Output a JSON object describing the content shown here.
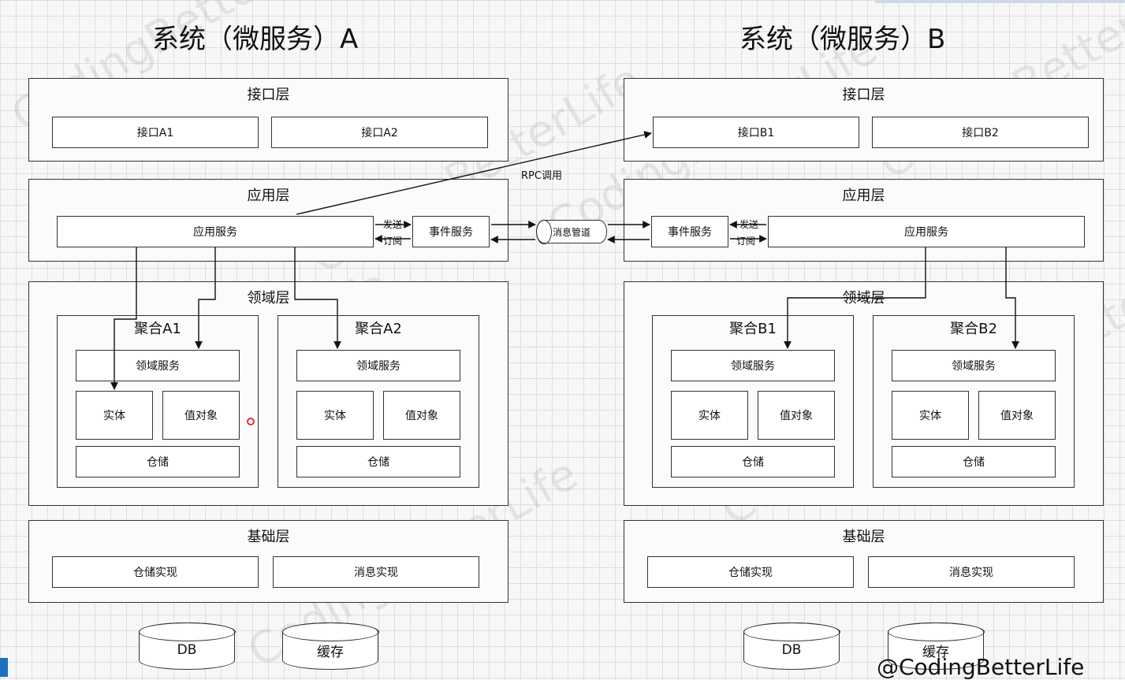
{
  "watermark": "CodingBetterLife",
  "handle": "@CodingBetterLife",
  "rpc_label": "RPC调用",
  "message_pipe": "消息管道",
  "send_label": "发送",
  "subscribe_label": "订阅",
  "colors": {
    "accent": "#1f6fbf",
    "cursor": "#e0313a"
  },
  "systemA": {
    "title": "系统（微服务）A",
    "interface_layer": {
      "title": "接口层",
      "items": [
        "接口A1",
        "接口A2"
      ]
    },
    "app_layer": {
      "title": "应用层",
      "app_service": "应用服务",
      "event_service": "事件服务"
    },
    "domain_layer": {
      "title": "领域层",
      "aggregates": [
        {
          "title": "聚合A1",
          "domain_service": "领域服务",
          "entity": "实体",
          "value_object": "值对象",
          "repository": "仓储"
        },
        {
          "title": "聚合A2",
          "domain_service": "领域服务",
          "entity": "实体",
          "value_object": "值对象",
          "repository": "仓储"
        }
      ]
    },
    "infra_layer": {
      "title": "基础层",
      "items": [
        "仓储实现",
        "消息实现"
      ]
    },
    "stores": [
      "DB",
      "缓存"
    ]
  },
  "systemB": {
    "title": "系统（微服务）B",
    "interface_layer": {
      "title": "接口层",
      "items": [
        "接口B1",
        "接口B2"
      ]
    },
    "app_layer": {
      "title": "应用层",
      "app_service": "应用服务",
      "event_service": "事件服务"
    },
    "domain_layer": {
      "title": "领域层",
      "aggregates": [
        {
          "title": "聚合B1",
          "domain_service": "领域服务",
          "entity": "实体",
          "value_object": "值对象",
          "repository": "仓储"
        },
        {
          "title": "聚合B2",
          "domain_service": "领域服务",
          "entity": "实体",
          "value_object": "值对象",
          "repository": "仓储"
        }
      ]
    },
    "infra_layer": {
      "title": "基础层",
      "items": [
        "仓储实现",
        "消息实现"
      ]
    },
    "stores": [
      "DB",
      "缓存"
    ]
  }
}
